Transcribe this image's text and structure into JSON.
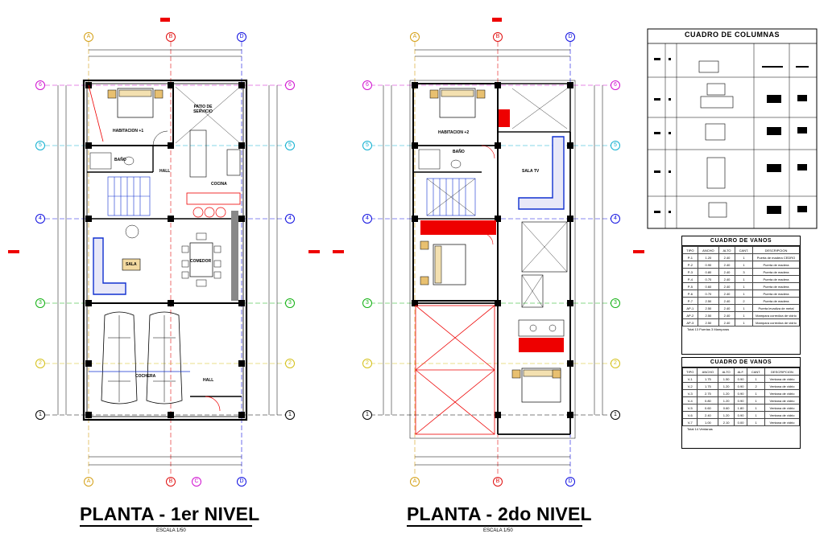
{
  "floor1": {
    "title": "PLANTA - 1er NIVEL",
    "scale": "ESCALA 1/50",
    "axes_top": [
      "A",
      "B",
      "D"
    ],
    "axes_bottom": [
      "A",
      "B",
      "C",
      "D"
    ],
    "rows": [
      "6",
      "5",
      "4",
      "3",
      "2",
      "1"
    ],
    "rooms": {
      "bedroom": "HABITACION +1",
      "patio": "PATIO DE SERVICIO",
      "bath": "BAÑO",
      "kitchen": "COCINA",
      "living": "SALA",
      "dining": "COMEDOR",
      "garage": "COCHERA",
      "hall": "HALL"
    }
  },
  "floor2": {
    "title": "PLANTA - 2do NIVEL",
    "scale": "ESCALA 1/50",
    "axes_top": [
      "A",
      "B",
      "D"
    ],
    "axes_bottom": [
      "A",
      "B",
      "D"
    ],
    "rows": [
      "6",
      "5",
      "4",
      "3",
      "2",
      "1"
    ],
    "rooms": {
      "bedroom": "HABITACION +2",
      "bath": "BAÑO",
      "family": "SALA TV"
    }
  },
  "cuadro_columnas": {
    "title": "CUADRO DE COLUMNAS"
  },
  "cuadro_vanos_puertas": {
    "title": "CUADRO DE VANOS",
    "headers": [
      "TIPO",
      "ANCHO",
      "ALTO",
      "CANT.",
      "DESCRIPCION"
    ],
    "rows": [
      [
        "P-1",
        "1.20",
        "2.40",
        "1",
        "Puerta de madera CEDRO"
      ],
      [
        "P-2",
        "0.90",
        "2.40",
        "1",
        "Puerta de madera"
      ],
      [
        "P-3",
        "0.80",
        "2.40",
        "3",
        "Puerta de madera"
      ],
      [
        "P-4",
        "0.70",
        "2.40",
        "1",
        "Puerta de madera"
      ],
      [
        "P-5",
        "0.60",
        "2.40",
        "1",
        "Puerta de madera"
      ],
      [
        "P-6",
        "0.70",
        "2.40",
        "1",
        "Puerta de madera"
      ],
      [
        "P-7",
        "2.50",
        "2.40",
        "2",
        "Puerta de madera"
      ],
      [
        "AP-1",
        "2.50",
        "2.40",
        "1",
        "Puerta levadiza de metal"
      ],
      [
        "AP-2",
        "2.50",
        "2.40",
        "1",
        "Mampara corrediza de vidrio"
      ],
      [
        "AP-3",
        "2.50",
        "2.40",
        "1",
        "Mampara corrediza de vidrio"
      ]
    ],
    "total": "Total   13 Puertas  3 Mamparas"
  },
  "cuadro_vanos_ventanas": {
    "title": "CUADRO DE VANOS",
    "headers": [
      "TIPO",
      "ANCHO",
      "ALTO",
      "ALF.",
      "CANT.",
      "DESCRIPCION"
    ],
    "rows": [
      [
        "V-1",
        "1.75",
        "1.50",
        "0.90",
        "1",
        "Ventana de vidrio"
      ],
      [
        "V-2",
        "1.75",
        "1.20",
        "0.90",
        "2",
        "Ventana de vidrio"
      ],
      [
        "V-3",
        "2.75",
        "1.20",
        "0.90",
        "1",
        "Ventana de vidrio"
      ],
      [
        "V-4",
        "0.80",
        "1.20",
        "0.90",
        "1",
        "Ventana de vidrio"
      ],
      [
        "V-5",
        "0.60",
        "0.60",
        "1.80",
        "1",
        "Ventana de vidrio"
      ],
      [
        "V-6",
        "2.40",
        "1.20",
        "0.90",
        "1",
        "Ventana de vidrio"
      ],
      [
        "V-7",
        "1.00",
        "2.10",
        "0.00",
        "1",
        "Ventana de vidrio"
      ]
    ],
    "total": "Total   14 Ventanas"
  },
  "colors": {
    "axis_a": "#d4a017",
    "axis_b": "#e01010",
    "axis_c": "#d010d0",
    "axis_d": "#1010e0",
    "row_6": "#d010d0",
    "row_5": "#10b0d0",
    "row_4": "#1010e0",
    "row_3": "#10b010",
    "row_2": "#d4c017",
    "row_1": "#000000",
    "accent_red": "#ee0000",
    "furniture": "#c8a060"
  }
}
